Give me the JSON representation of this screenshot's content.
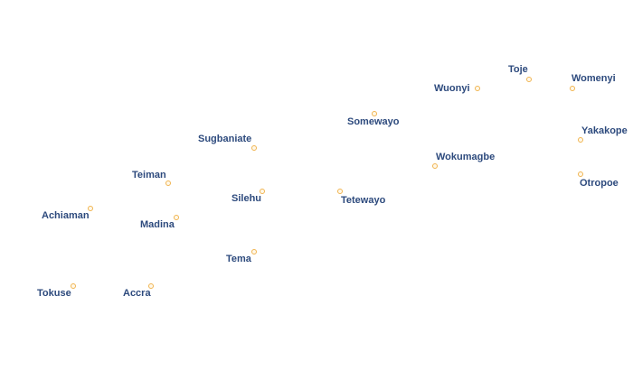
{
  "places": [
    {
      "name": "Toje"
    },
    {
      "name": "Womenyi"
    },
    {
      "name": "Wuonyi"
    },
    {
      "name": "Somewayo"
    },
    {
      "name": "Yakakope"
    },
    {
      "name": "Sugbaniate"
    },
    {
      "name": "Wokumagbe"
    },
    {
      "name": "Otropoe"
    },
    {
      "name": "Teiman"
    },
    {
      "name": "Silehu"
    },
    {
      "name": "Tetewayo"
    },
    {
      "name": "Achiaman"
    },
    {
      "name": "Madina"
    },
    {
      "name": "Tema"
    },
    {
      "name": "Tokuse"
    },
    {
      "name": "Accra"
    }
  ],
  "colors": {
    "label": "#2d4a7d",
    "marker": "#f0b450"
  }
}
